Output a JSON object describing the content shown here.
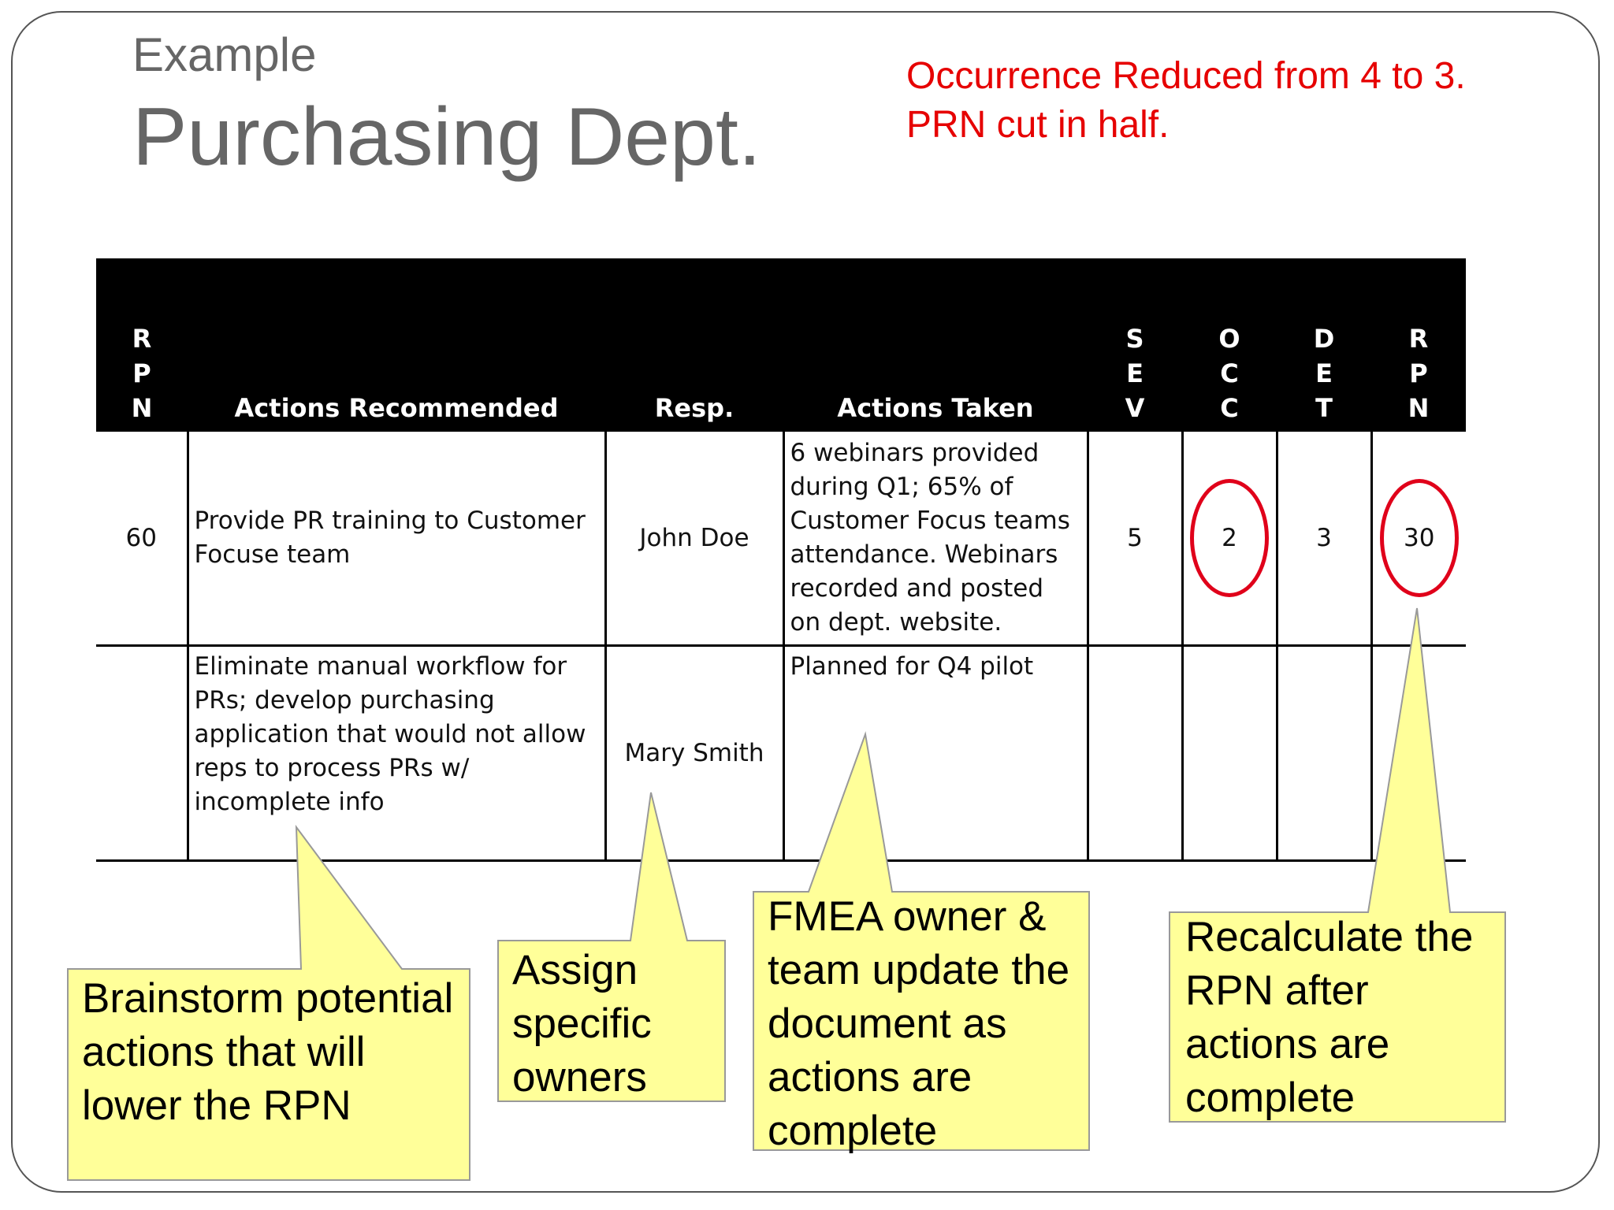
{
  "header": {
    "subtitle": "Example",
    "title": "Purchasing Dept.",
    "note_line1": "Occurrence Reduced from 4 to 3.",
    "note_line2": "PRN cut in half."
  },
  "table": {
    "headers": {
      "rpn1": [
        "R",
        "P",
        "N"
      ],
      "actions_recommended": "Actions Recommended",
      "resp": "Resp.",
      "actions_taken": "Actions Taken",
      "sev": [
        "S",
        "E",
        "V"
      ],
      "occ": [
        "O",
        "C",
        "C"
      ],
      "det": [
        "D",
        "E",
        "T"
      ],
      "rpn2": [
        "R",
        "P",
        "N"
      ]
    },
    "rows": [
      {
        "rpn": "60",
        "actions_recommended": "Provide PR training to Customer Focuse team",
        "resp": "John Doe",
        "actions_taken": "6 webinars provided during Q1; 65% of Customer Focus teams attendance.  Webinars recorded and posted on dept. website.",
        "sev": "5",
        "occ": "2",
        "det": "3",
        "rpn_after": "30"
      },
      {
        "rpn": "",
        "actions_recommended": "Eliminate manual workflow for PRs; develop purchasing application that would not allow reps to process PRs w/ incomplete info",
        "resp": "Mary Smith",
        "actions_taken": "Planned for Q4 pilot",
        "sev": "",
        "occ": "",
        "det": "",
        "rpn_after": ""
      }
    ]
  },
  "callouts": {
    "brainstorm": "Brainstorm potential actions that will lower the RPN",
    "assign": "Assign specific owners",
    "fmea": "FMEA owner & team update the document as actions are complete",
    "recalculate": "Recalculate the RPN after actions are complete"
  },
  "colors": {
    "note_red": "#e60000",
    "callout_fill": "#ffff99",
    "header_black": "#000000",
    "circle_red": "#e0001a"
  }
}
